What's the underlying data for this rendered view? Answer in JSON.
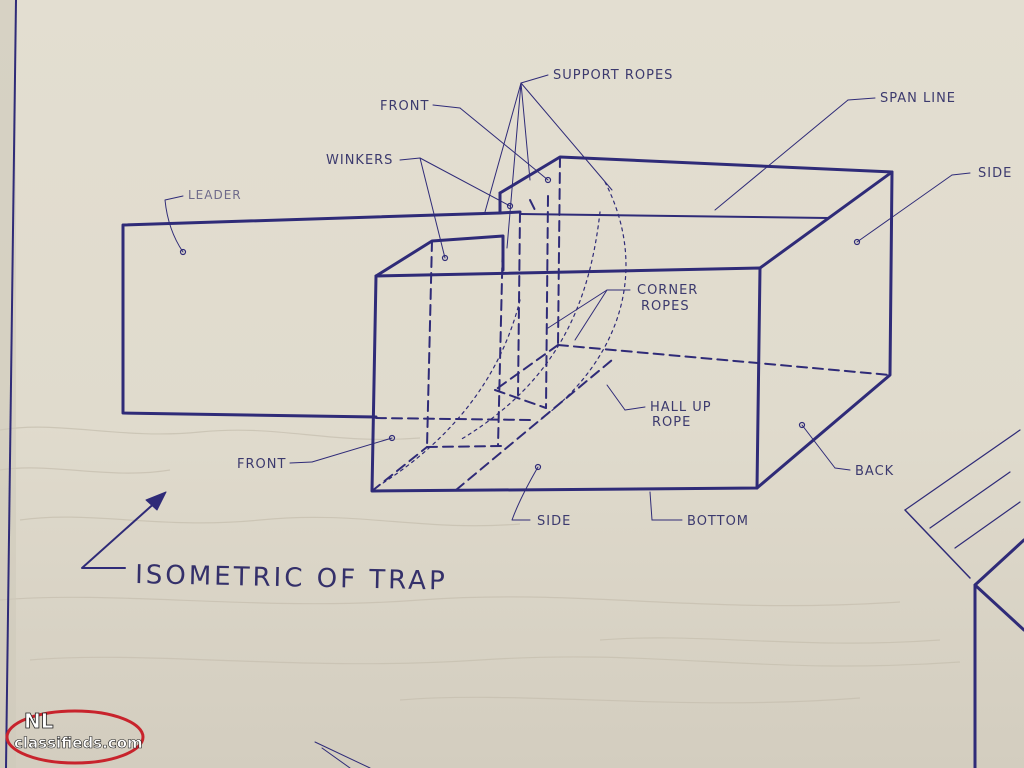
{
  "labels": {
    "support_ropes": "SUPPORT ROPES",
    "front_top": "FRONT",
    "span_line": "SPAN LINE",
    "side_right": "SIDE",
    "winkers": "WINKERS",
    "leader": "LEADER",
    "corner_ropes_1": "CORNER",
    "corner_ropes_2": "ROPES",
    "hall_up_1": "HALL UP",
    "hall_up_2": "ROPE",
    "back": "BACK",
    "front_bottom": "FRONT",
    "side_bottom": "SIDE",
    "bottom": "BOTTOM"
  },
  "title": "ISOMETRIC OF TRAP",
  "watermark": {
    "line1": "NL",
    "line2": "classifieds.com"
  },
  "colors": {
    "ink": "#2f2b78",
    "paper": "#e4dfd2",
    "watermark_red": "#c8232c"
  }
}
